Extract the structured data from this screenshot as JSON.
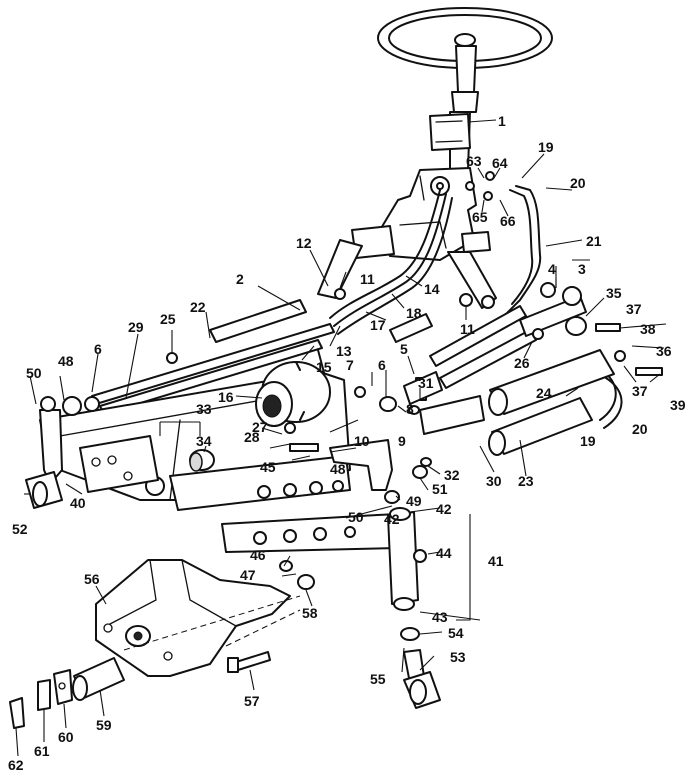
{
  "callouts": [
    "1",
    "2",
    "3",
    "4",
    "5",
    "6",
    "7",
    "8",
    "9",
    "10",
    "11",
    "12",
    "13",
    "14",
    "15",
    "16",
    "17",
    "18",
    "19",
    "20",
    "21",
    "22",
    "23",
    "24",
    "25",
    "26",
    "27",
    "28",
    "29",
    "30",
    "31",
    "32",
    "33",
    "34",
    "35",
    "36",
    "37",
    "38",
    "39",
    "40",
    "41",
    "42",
    "43",
    "44",
    "45",
    "46",
    "47",
    "48",
    "49",
    "50",
    "51",
    "52",
    "53",
    "54",
    "55",
    "56",
    "57",
    "58",
    "59",
    "60",
    "61",
    "62",
    "63",
    "64",
    "65",
    "66"
  ],
  "callouts_repeated": {
    "a6": "6",
    "a11": "11",
    "a19": "19",
    "a20": "20",
    "a37": "37",
    "a42": "42",
    "a48": "48",
    "a50": "50"
  }
}
